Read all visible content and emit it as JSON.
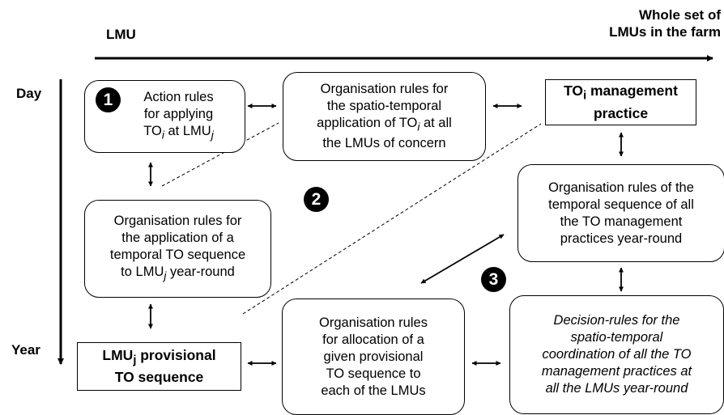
{
  "axis": {
    "horizontal_start": "LMU",
    "horizontal_end_line1": "Whole set of",
    "horizontal_end_line2": "LMUs in the farm",
    "vertical_start": "Day",
    "vertical_end": "Year"
  },
  "markers": {
    "m1": "1",
    "m2": "2",
    "m3": "3"
  },
  "boxes": {
    "action_rules": {
      "l1": "Action rules",
      "l2": "for applying",
      "l3a": "TO",
      "l3b": "i",
      "l3c": " at LMU",
      "l3d": "j"
    },
    "spatio_temporal": {
      "l1": "Organisation rules for",
      "l2": "the spatio-temporal",
      "l3a": "application of TO",
      "l3b": "i",
      "l3c": " at all",
      "l4": "the LMUs of concern"
    },
    "management_practice": {
      "l1a": "TO",
      "l1b": "i",
      "l1c": " management",
      "l2": "practice"
    },
    "temporal_sequence_all": {
      "l1": "Organisation rules of the",
      "l2": "temporal sequence of all",
      "l3": "the TO management",
      "l4": "practices year-round"
    },
    "application_sequence": {
      "l1": "Organisation rules for",
      "l2": "the application of a",
      "l3": "temporal TO sequence",
      "l4a": "to LMU",
      "l4b": "j",
      "l4c": " year-round"
    },
    "provisional_sequence": {
      "l1a": "LMU",
      "l1b": "j",
      "l1c": " provisional",
      "l2": "TO sequence"
    },
    "allocation": {
      "l1": "Organisation rules",
      "l2": "for allocation of a",
      "l3": "given provisional",
      "l4": "TO sequence to",
      "l5": "each of the LMUs"
    },
    "decision_rules": {
      "l1": "Decision-rules for the",
      "l2": "spatio-temporal",
      "l3": "coordination of all the TO",
      "l4": "management practices at",
      "l5": "all the LMUs year-round"
    }
  }
}
